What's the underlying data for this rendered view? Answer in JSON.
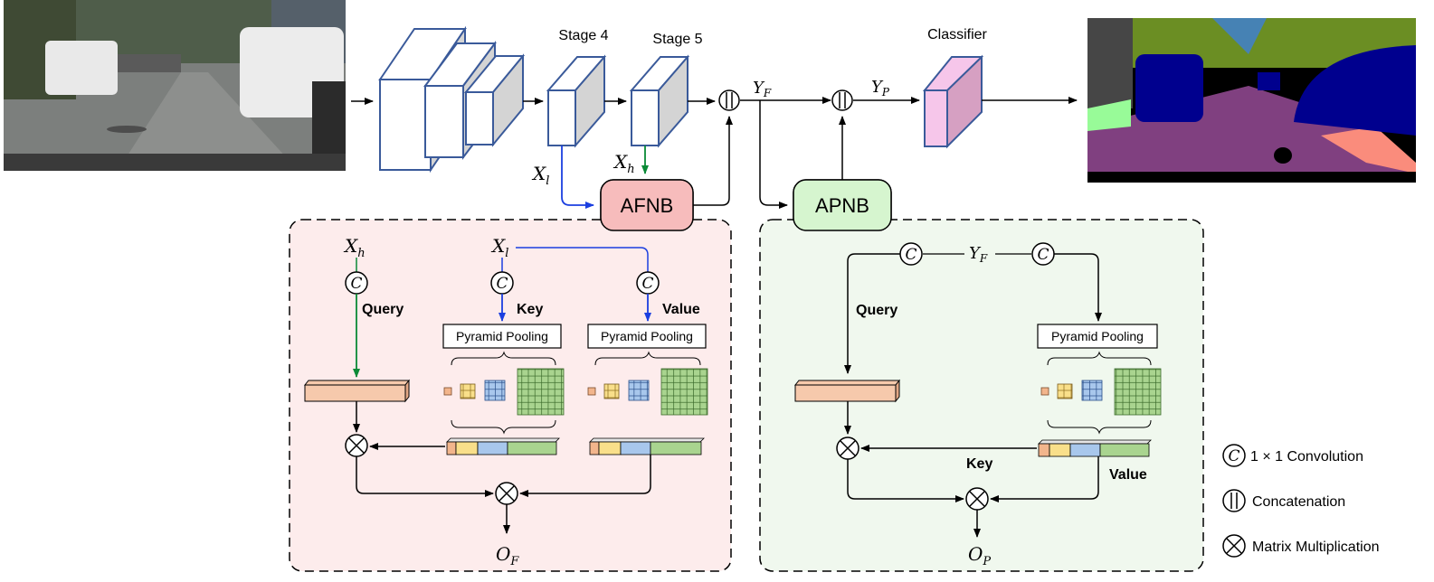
{
  "labels": {
    "stage4": "Stage 4",
    "stage5": "Stage 5",
    "classifier": "Classifier",
    "afnb": "AFNB",
    "apnb": "APNB",
    "yf": "Y",
    "yf_sub": "F",
    "yp": "Y",
    "yp_sub": "P",
    "xl": "X",
    "xl_sub": "l",
    "xh": "X",
    "xh_sub": "h",
    "query": "Query",
    "key": "Key",
    "value": "Value",
    "pyramid_pooling": "Pyramid Pooling",
    "of": "O",
    "of_sub": "F",
    "op": "O",
    "op_sub": "P",
    "conv_symbol": "C"
  },
  "legend": {
    "conv": "1 × 1 Convolution",
    "concat": "Concatenation",
    "matmul": "Matrix Multiplication"
  },
  "colors": {
    "backbone_stroke": "#3a5a9a",
    "backbone_side": "#d4d4d4",
    "afnb_fill": "#f7bcbc",
    "afnb_panel": "#fdecec",
    "apnb_fill": "#d6f5cf",
    "apnb_panel": "#f0f8ee",
    "classifier_front": "#f6c6ea",
    "classifier_side": "#d6a0c2",
    "query_bar": "#f6c9ac",
    "pool_orange": "#f2b58c",
    "pool_yellow": "#f9df8a",
    "pool_blue": "#a8c7ec",
    "pool_green": "#a9d48f",
    "blue_arrow": "#1b3fe0",
    "green_arrow": "#0a8a36"
  },
  "icons": {
    "input_photo": "street-scene-photo",
    "output_segmentation": "segmentation-map"
  }
}
